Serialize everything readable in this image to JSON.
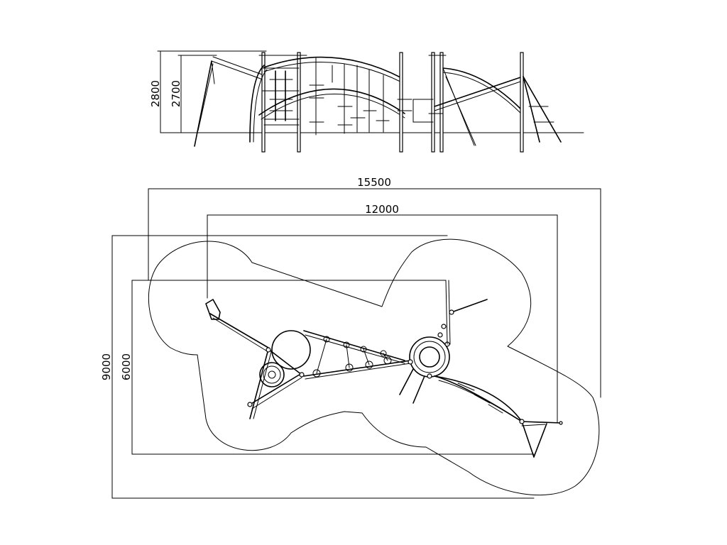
{
  "dimensions": {
    "overall_width": "15500",
    "inner_width": "12000",
    "overall_depth": "9000",
    "inner_depth": "6000",
    "height_total": "2800",
    "height_platform": "2700"
  }
}
